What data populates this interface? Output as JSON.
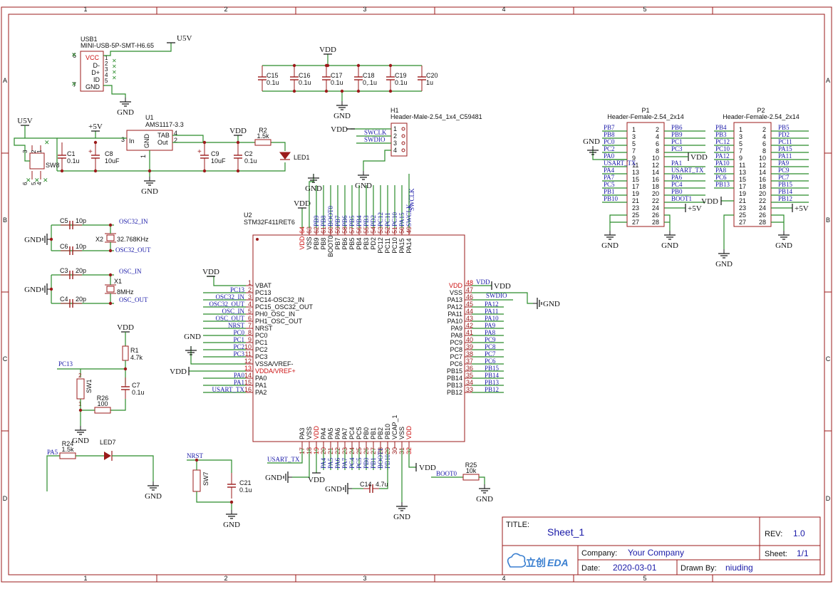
{
  "frame": {
    "columns": [
      "1",
      "2",
      "3",
      "4",
      "5"
    ],
    "rows": [
      "A",
      "B",
      "C",
      "D"
    ]
  },
  "title_block": {
    "title_label": "TITLE:",
    "title": "Sheet_1",
    "rev_label": "REV:",
    "rev": "1.0",
    "company_label": "Company:",
    "company": "Your Company",
    "sheet_label": "Sheet:",
    "sheet": "1/1",
    "date_label": "Date:",
    "date": "2020-03-01",
    "drawn_label": "Drawn By:",
    "drawn": "niuding",
    "logo_cn": "立创",
    "logo_en": "EDA"
  },
  "usb": {
    "ref": "USB1",
    "part": "MINI-USB-5P-SMT-H6.65",
    "pins": [
      "VCC",
      "D-",
      "D+",
      "ID",
      "GND"
    ],
    "net_u5v": "U5V",
    "net_gnd": "GND"
  },
  "caps_top": [
    {
      "ref": "C15",
      "val": "0.1u"
    },
    {
      "ref": "C16",
      "val": "0.1u"
    },
    {
      "ref": "C17",
      "val": "0.1u"
    },
    {
      "ref": "C18",
      "val": "0,.1u"
    },
    {
      "ref": "C19",
      "val": "0.1u"
    },
    {
      "ref": "C20",
      "val": "1u"
    }
  ],
  "caps_top_net": "VDD",
  "caps_top_gnd": "GND",
  "h1": {
    "ref": "H1",
    "part": "Header-Male-2.54_1x4_C59481",
    "nets": [
      "VDD",
      "SWCLK",
      "SWDIO",
      "GND"
    ],
    "pins": [
      "1",
      "2",
      "3",
      "4"
    ]
  },
  "regulator": {
    "ref": "U1",
    "part": "AMS1117-3.3",
    "pin_in": "In",
    "pin_gnd": "GND",
    "pin_tab": "TAB",
    "pin_out": "Out",
    "n3": "3",
    "n4": "4",
    "n2": "2",
    "n1": "1",
    "net_5v": "+5V",
    "net_vdd": "VDD",
    "net_gnd": "GND",
    "net_u5v": "U5V"
  },
  "power_parts": [
    {
      "ref": "C1",
      "val": "0.1u"
    },
    {
      "ref": "C8",
      "val": "10uF"
    },
    {
      "ref": "C9",
      "val": "10uF"
    },
    {
      "ref": "C2",
      "val": "0.1u"
    },
    {
      "ref": "R2",
      "val": "1.5k"
    },
    {
      "ref": "LED1",
      "val": ""
    }
  ],
  "switch_sw8": {
    "ref": "SW8"
  },
  "crystal32": {
    "ref": "X2",
    "val": "32.768KHz",
    "c_a": "C5",
    "c_a_val": "10p",
    "c_b": "C6",
    "c_b_val": "10p",
    "net_in": "OSC32_IN",
    "net_out": "OSC32_OUT",
    "gnd": "GND"
  },
  "crystal8": {
    "ref": "X1",
    "val": "8MHz",
    "c_a": "C3",
    "c_a_val": "20p",
    "c_b": "C4",
    "c_b_val": "20p",
    "net_in": "OSC_IN",
    "net_out": "OSC_OUT",
    "gnd": "GND"
  },
  "reset": {
    "net_pc13": "PC13",
    "net_vdd": "VDD",
    "r1": "R1",
    "r1_val": "4.7k",
    "c7": "C7",
    "c7_val": "0.1u",
    "sw": "SW1",
    "r26": "R26",
    "r26_val": "100",
    "gnd": "GND"
  },
  "led7": {
    "ref": "R24",
    "val": "1.5k",
    "net": "PA5",
    "led": "LED7",
    "gnd": "GND"
  },
  "sw7": {
    "net": "NRST",
    "ref": "SW7",
    "cap": "C21",
    "cap_val": "0.1u",
    "gnd": "GND"
  },
  "mcu": {
    "ref": "U2",
    "part": "STM32F411RET6",
    "left_pins": [
      [
        "1",
        "VBAT",
        ""
      ],
      [
        "2",
        "PC13",
        "PC13"
      ],
      [
        "3",
        "PC14-OSC32_IN",
        "OSC32_IN"
      ],
      [
        "4",
        "PC15_OSC32_OUT",
        "OSC32_OUT"
      ],
      [
        "5",
        "PH0_OSC_IN",
        "OSC_IN"
      ],
      [
        "6",
        "PH1_OSC_OUT",
        "OSC_OUT"
      ],
      [
        "7",
        "NRST",
        "NRST"
      ],
      [
        "8",
        "PC0",
        "PC0"
      ],
      [
        "9",
        "PC1",
        "PC1"
      ],
      [
        "10",
        "PC2",
        "PC2"
      ],
      [
        "11",
        "PC3",
        "PC3"
      ],
      [
        "12",
        "VSSA/VREF-",
        ""
      ],
      [
        "13",
        "VDDA/VREF+",
        ""
      ],
      [
        "14",
        "PA0",
        "PA0"
      ],
      [
        "15",
        "PA1",
        "PA1"
      ],
      [
        "16",
        "PA2",
        "USART_TX"
      ]
    ],
    "right_pins": [
      [
        "48",
        "VDD",
        "VDD"
      ],
      [
        "47",
        "VSS",
        ""
      ],
      [
        "46",
        "PA13",
        "SWDIO"
      ],
      [
        "45",
        "PA12",
        "PA12"
      ],
      [
        "44",
        "PA11",
        "PA11"
      ],
      [
        "43",
        "PA10",
        "PA10"
      ],
      [
        "42",
        "PA9",
        "PA9"
      ],
      [
        "41",
        "PA8",
        "PA8"
      ],
      [
        "40",
        "PC9",
        "PC9"
      ],
      [
        "39",
        "PC8",
        "PC8"
      ],
      [
        "38",
        "PC7",
        "PC7"
      ],
      [
        "37",
        "PC6",
        "PC6"
      ],
      [
        "36",
        "PB15",
        "PB15"
      ],
      [
        "35",
        "PB14",
        "PB14"
      ],
      [
        "34",
        "PB13",
        "PB13"
      ],
      [
        "33",
        "PB12",
        "PB12"
      ]
    ],
    "top_pins": [
      [
        "64",
        "VDD",
        ""
      ],
      [
        "63",
        "VSS",
        ""
      ],
      [
        "62",
        "PB9",
        "PB9"
      ],
      [
        "61",
        "PB8",
        "PB8"
      ],
      [
        "60",
        "BOOT0",
        "BOOT0"
      ],
      [
        "59",
        "PB7",
        "PB7"
      ],
      [
        "58",
        "PB6",
        "PB6"
      ],
      [
        "57",
        "PB5",
        "PB5"
      ],
      [
        "56",
        "PB4",
        "PB4"
      ],
      [
        "55",
        "PB3",
        "PB3"
      ],
      [
        "54",
        "PD2",
        "PD2"
      ],
      [
        "53",
        "PC12",
        "PC12"
      ],
      [
        "52",
        "PC11",
        "PC11"
      ],
      [
        "51",
        "PC10",
        "PC10"
      ],
      [
        "50",
        "PA15",
        "PA15"
      ],
      [
        "49",
        "PA14",
        "SWCLK"
      ]
    ],
    "bottom_pins": [
      [
        "17",
        "PA3",
        ""
      ],
      [
        "18",
        "VSS",
        ""
      ],
      [
        "19",
        "VDD",
        ""
      ],
      [
        "20",
        "PA4",
        "PA4"
      ],
      [
        "21",
        "PA5",
        "PA5"
      ],
      [
        "22",
        "PA6",
        "PA6"
      ],
      [
        "23",
        "PA7",
        "PA7"
      ],
      [
        "24",
        "PC4",
        "PC4"
      ],
      [
        "25",
        "PC5",
        "PC5"
      ],
      [
        "26",
        "PB0",
        "PB0"
      ],
      [
        "27",
        "PB1",
        "PB1"
      ],
      [
        "28",
        "PB2",
        "BOOT1"
      ],
      [
        "29",
        "PB10",
        "PB10"
      ],
      [
        "30",
        "VCAP_1",
        ""
      ],
      [
        "31",
        "VSS",
        ""
      ],
      [
        "32",
        "VDD",
        ""
      ]
    ],
    "net_vdd": "VDD",
    "net_gnd": "GND",
    "net_usart": "USART_TX",
    "c14": "C14",
    "c14_val": "4.7u",
    "vdd_right": "VDD",
    "r25": "R25",
    "r25_val": "10k",
    "boot0": "BOOT0"
  },
  "p1": {
    "ref": "P1",
    "part": "Header-Female-2.54_2x14",
    "left_nets": [
      "PB7",
      "PB8",
      "PC0",
      "PC2",
      "PA0",
      "USART_TX",
      "PA4",
      "PA7",
      "PC5",
      "PB1",
      "PB10",
      "",
      "",
      ""
    ],
    "right_nets": [
      "PB6",
      "PB9",
      "PC1",
      "PC3",
      "",
      "PA1",
      "USART_TX",
      "PA6",
      "PC4",
      "PB0",
      "BOOT1",
      "+5V",
      "",
      ""
    ],
    "extra": [
      "GND",
      "GND",
      "VDD"
    ]
  },
  "p2": {
    "ref": "P2",
    "part": "Header-Female-2.54_2x14",
    "left_nets": [
      "PB4",
      "PB3",
      "PC12",
      "PC10",
      "PA12",
      "PA10",
      "PA8",
      "PC6",
      "PB13",
      "VDD",
      "",
      "",
      "",
      ""
    ],
    "right_nets": [
      "PB5",
      "PD2",
      "PC11",
      "PA15",
      "PA11",
      "PA9",
      "PC9",
      "PC7",
      "PB15",
      "PB14",
      "PB12",
      "+5V",
      "",
      ""
    ],
    "extra": [
      "GND",
      "GND"
    ]
  },
  "colors": {
    "wire": "#2b8c2b",
    "part": "#9b1b1b",
    "pin_num": "#9b1b1b",
    "text": "#111111",
    "net": "#1a1aa8",
    "red": "#cc1111",
    "border": "#9b1b1b"
  }
}
